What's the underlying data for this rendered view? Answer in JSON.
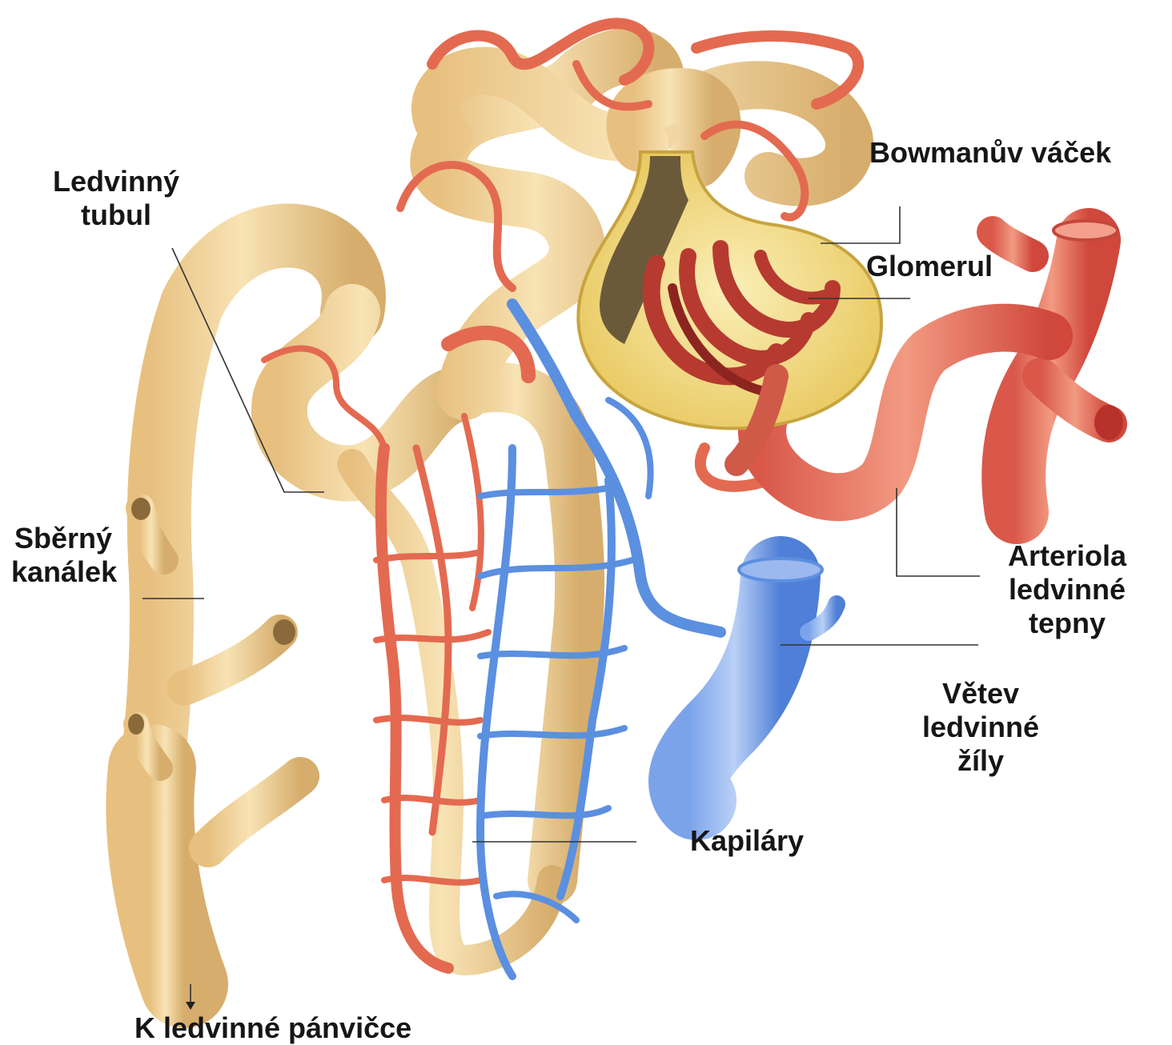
{
  "labels": {
    "renal_tubule": [
      "Ledvinný",
      "tubul"
    ],
    "collecting_duct": [
      "Sběrný",
      "kanálek"
    ],
    "to_renal_pelvis": "K ledvinné pánvičce",
    "bowman_capsule": "Bowmanův váček",
    "glomerulus": "Glomerul",
    "renal_arteriole": [
      "Arteriola",
      "ledvinné",
      "tepny"
    ],
    "renal_vein_branch": [
      "Větev",
      "ledvinné",
      "žíly"
    ],
    "capillaries": "Kapiláry"
  },
  "colors": {
    "tubule": "#f0d096",
    "tubule_shadow": "#c9a063",
    "artery": "#e8735a",
    "artery_dark": "#b8322c",
    "vein": "#5b8fe0",
    "vein_light": "#a9c4f2",
    "capsule": "#f3dc7a",
    "leader_line": "#333333"
  }
}
